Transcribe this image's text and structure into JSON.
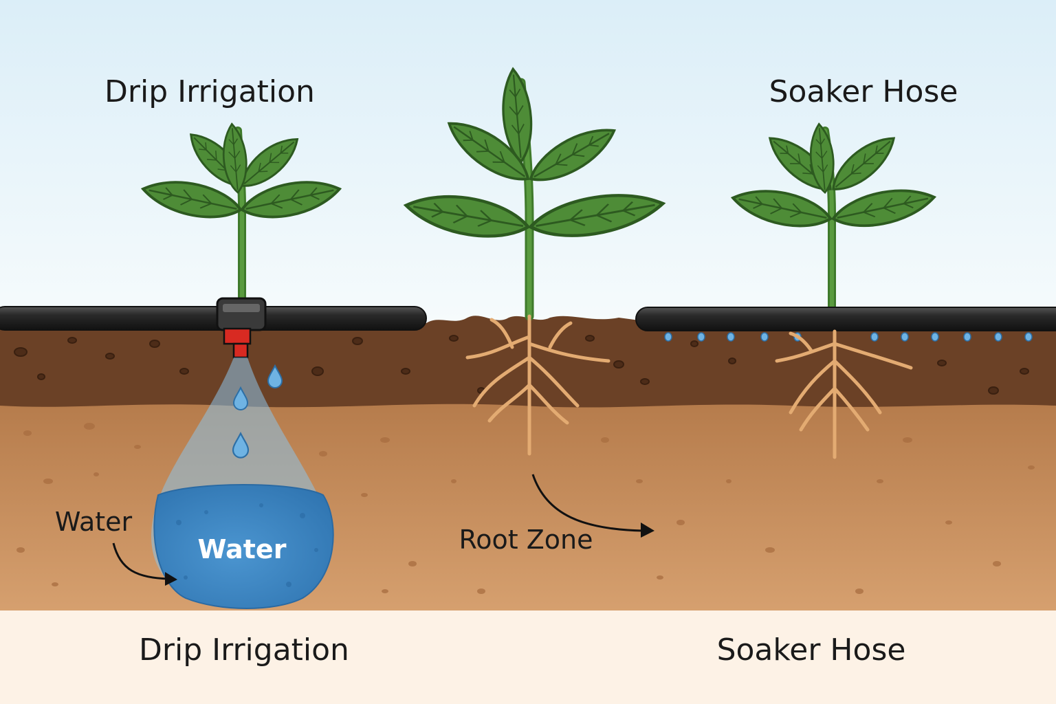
{
  "labels": {
    "top_left_title": "Drip Irrigation",
    "top_right_title": "Soaker Hose",
    "bottom_left_title": "Drip Irrigation",
    "bottom_right_title": "Soaker Hose",
    "water_pointer": "Water",
    "water_pool": "Water",
    "root_zone": "Root Zone"
  },
  "colors": {
    "sky_top": "#dff0f8",
    "sky_bottom": "#f5fafc",
    "topsoil": "#6e4226",
    "subsoil": "#c08655",
    "footer_band": "#fdf1e4",
    "hose": "#2b2b2b",
    "emitter_red": "#d82a22",
    "water_blue": "#3d86c4",
    "leaf_green": "#4d8a35",
    "root_tan": "#e0a870"
  },
  "icons": [
    "plant-icon",
    "emitter-icon",
    "water-drop-icon",
    "arrow-icon"
  ]
}
